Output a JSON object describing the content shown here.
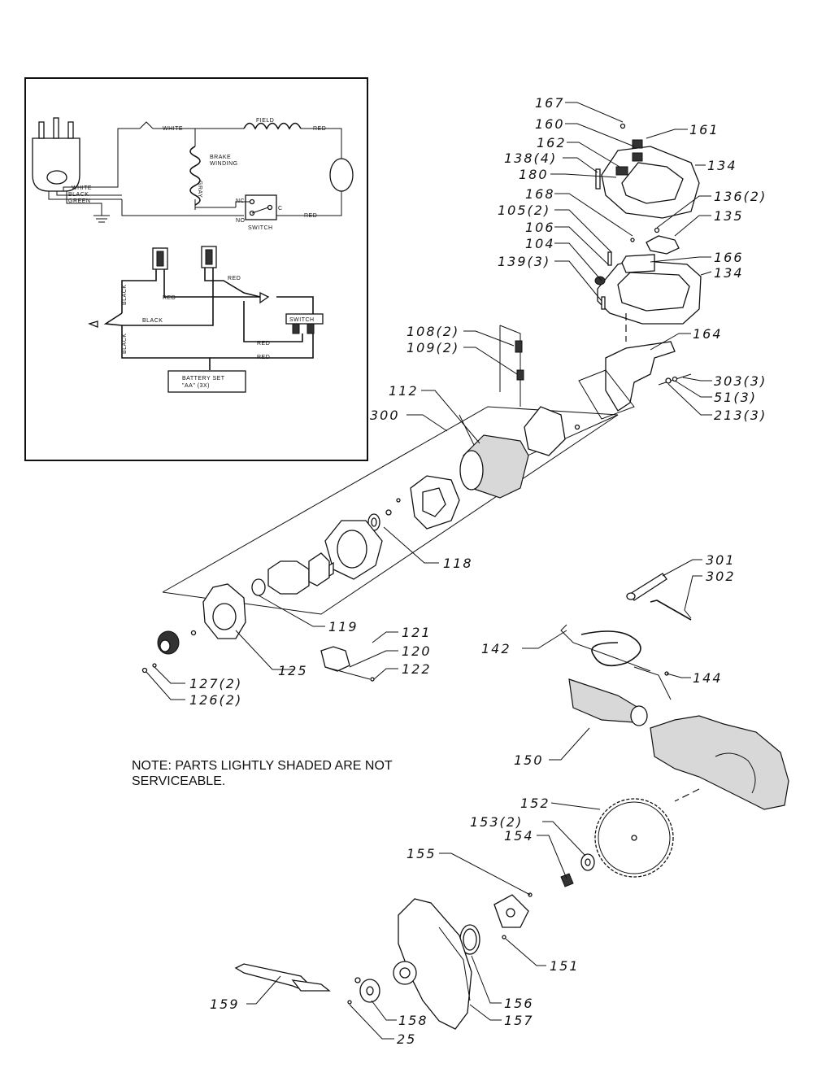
{
  "wiring": {
    "white": "WHITE",
    "field": "FIELD",
    "red": "RED",
    "brake_winding": [
      "BRAKE",
      "WINDING"
    ],
    "gray": "GRAY",
    "black": "BLACK",
    "green": "GREEN",
    "nc": "NC",
    "no": "NO",
    "c": "C",
    "switch": "SWITCH",
    "battery": [
      "BATTERY SET",
      "\"AA\" (3X)"
    ]
  },
  "note": [
    "NOTE: PARTS LIGHTLY SHADED ARE NOT",
    "SERVICEABLE."
  ],
  "callouts": {
    "p167": "167",
    "p160": "160",
    "p161": "161",
    "p162": "162",
    "p138": "138(4)",
    "p180": "180",
    "p134a": "134",
    "p168": "168",
    "p136": "136(2)",
    "p105": "105(2)",
    "p135": "135",
    "p106": "106",
    "p104": "104",
    "p166": "166",
    "p139": "139(3)",
    "p134b": "134",
    "p164": "164",
    "p108": "108(2)",
    "p109": "109(2)",
    "p303": "303(3)",
    "p51": "51(3)",
    "p112": "112",
    "p213": "213(3)",
    "p300": "300",
    "p118": "118",
    "p301": "301",
    "p302": "302",
    "p119": "119",
    "p121": "121",
    "p120": "120",
    "p122": "122",
    "p142": "142",
    "p125": "125",
    "p144": "144",
    "p127": "127(2)",
    "p126": "126(2)",
    "p150": "150",
    "p152": "152",
    "p153": "153(2)",
    "p154": "154",
    "p155": "155",
    "p151": "151",
    "p156": "156",
    "p159": "159",
    "p157": "157",
    "p158": "158",
    "p25": "25"
  }
}
